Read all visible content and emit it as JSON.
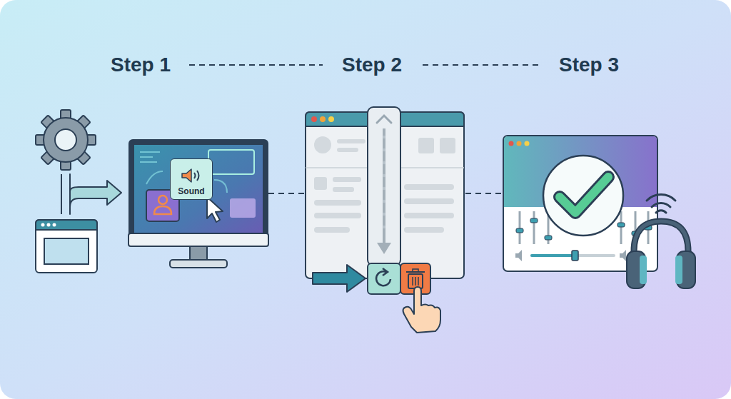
{
  "diagram": {
    "nodes": [
      {
        "text": [
          "Sound"
        ]
      }
    ],
    "labels": [
      "Step 1",
      "Step 2",
      "Step 3"
    ]
  }
}
